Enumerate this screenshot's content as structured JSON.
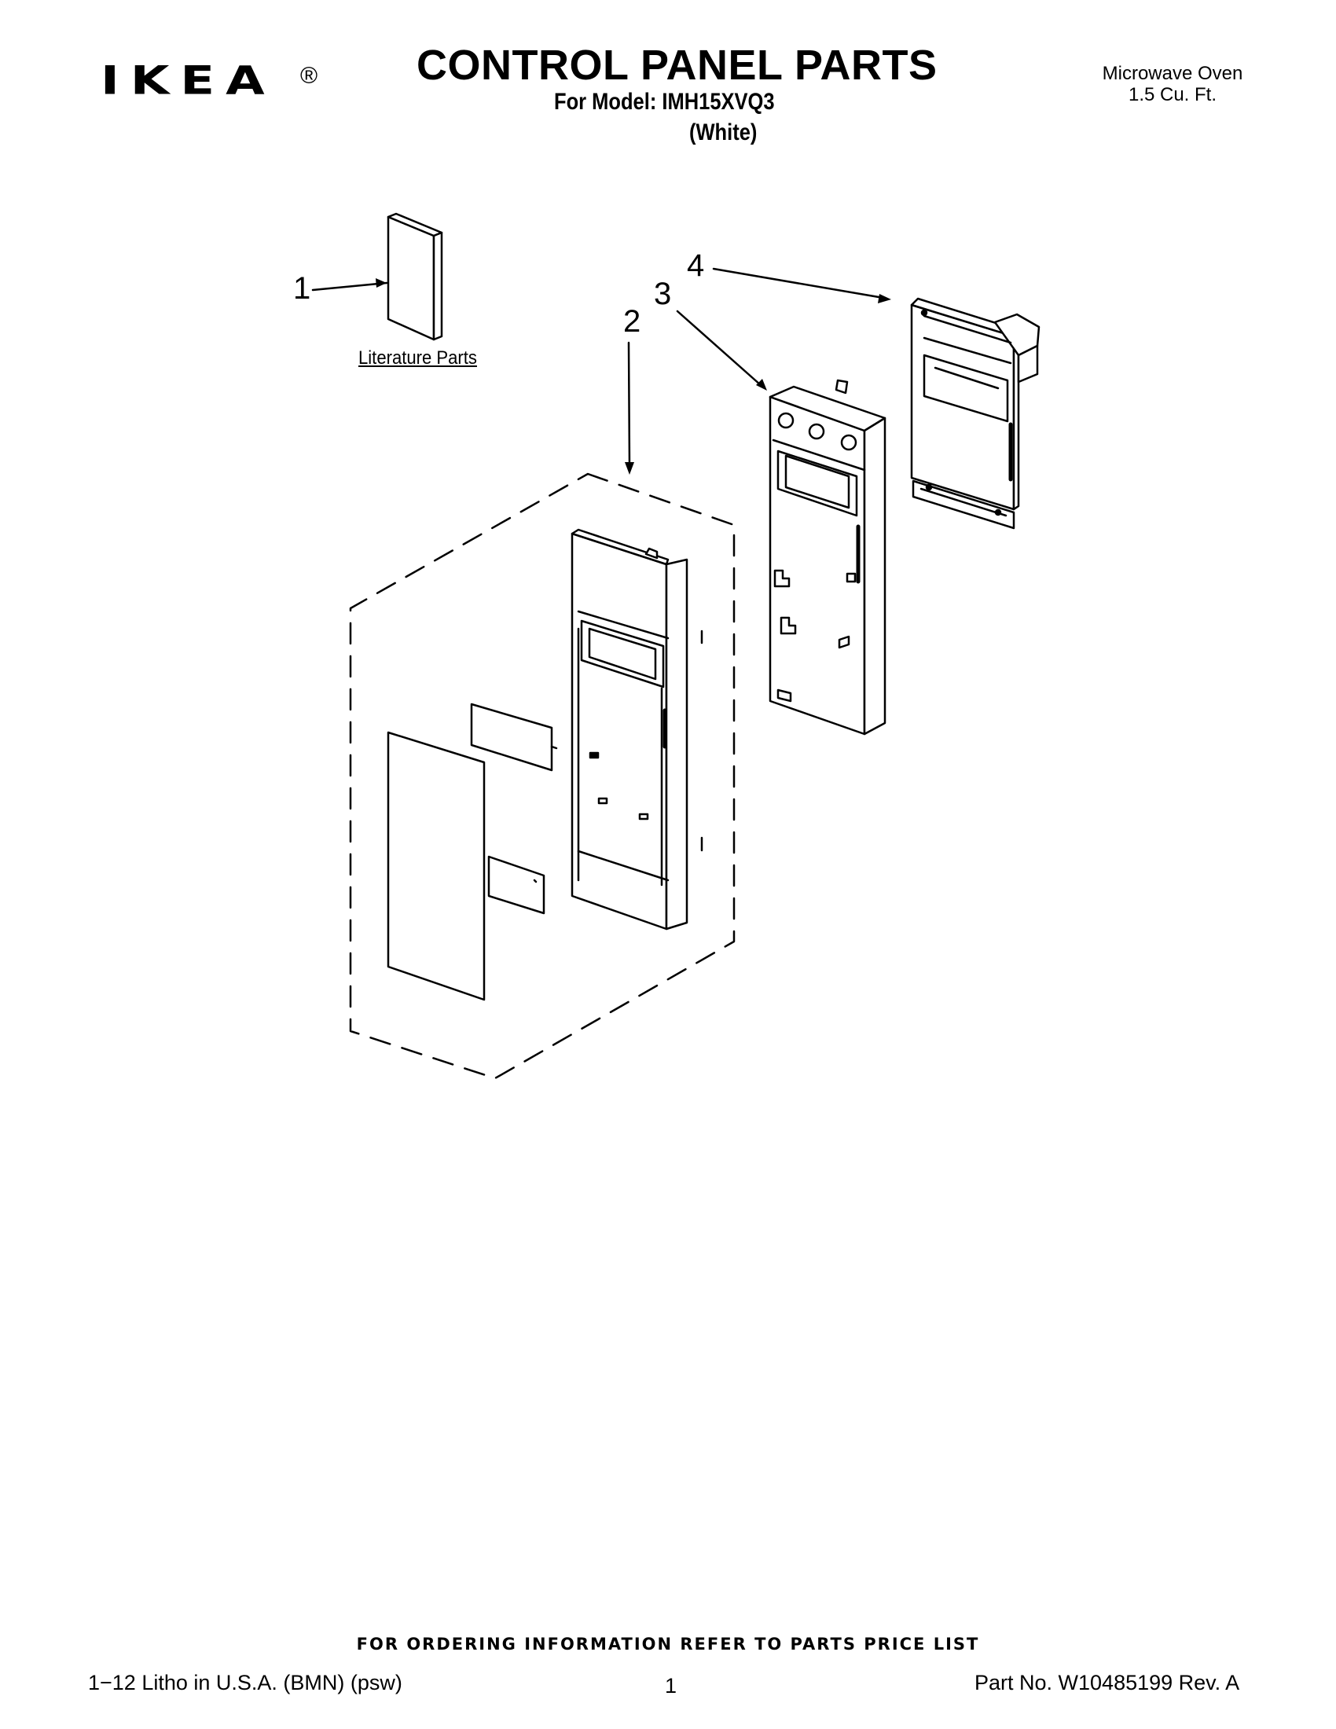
{
  "header": {
    "brand": "IKEA",
    "registered": "®",
    "title": "CONTROL PANEL PARTS",
    "model_line": "For Model: IMH15XVQ3",
    "color": "(White)",
    "product": "Microwave Oven",
    "capacity": "1.5 Cu. Ft."
  },
  "diagram": {
    "callouts": [
      "1",
      "2",
      "3",
      "4"
    ],
    "literature_label": "Literature Parts"
  },
  "footer": {
    "ordering_info": "FOR ORDERING INFORMATION REFER TO PARTS PRICE LIST",
    "litho": "1−12 Litho in U.S.A. (BMN) (psw)",
    "page_number": "1",
    "part_number": "Part No. W10485199 Rev. A"
  }
}
